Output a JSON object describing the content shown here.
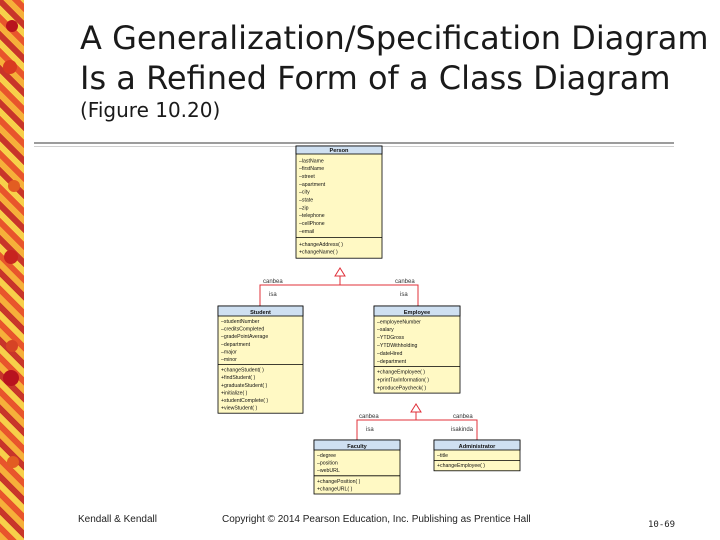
{
  "slide": {
    "title_line1": "A Generalization/Specification Diagram",
    "title_line2": "Is a Refined Form of a Class Diagram",
    "subtitle": "(Figure 10.20)"
  },
  "diagram": {
    "classes": [
      {
        "id": "person",
        "name": "Person",
        "attributes": [
          "–lastName",
          "–firstName",
          "–street",
          "–apartment",
          "–city",
          "–state",
          "–zip",
          "–telephone",
          "–cellPhone",
          "–email"
        ],
        "methods": [
          "+changeAddress( )",
          "+changeName( )"
        ]
      },
      {
        "id": "student",
        "name": "Student",
        "attributes": [
          "–studentNumber",
          "–creditsCompleted",
          "–gradePointAverage",
          "–department",
          "–major",
          "–minor"
        ],
        "methods": [
          "+changeStudent( )",
          "+findStudent( )",
          "+graduateStudent( )",
          "+initialize( )",
          "+studentComplete( )",
          "+viewStudent( )"
        ]
      },
      {
        "id": "employee",
        "name": "Employee",
        "attributes": [
          "–employeeNumber",
          "–salary",
          "–YTDGross",
          "–YTDWithholding",
          "–dateHired",
          "–department"
        ],
        "methods": [
          "+changeEmployee( )",
          "+printTaxInformation( )",
          "+producePaycheck( )"
        ]
      },
      {
        "id": "faculty",
        "name": "Faculty",
        "attributes": [
          "–degree",
          "–position",
          "–webURL"
        ],
        "methods": [
          "+changePosition( )",
          "+changeURL( )"
        ]
      },
      {
        "id": "administrator",
        "name": "Administrator",
        "attributes": [
          "–title"
        ],
        "methods": [
          "+changeEmployee( )"
        ]
      }
    ],
    "relations": [
      {
        "upper": "canbea",
        "lower": "isa"
      },
      {
        "upper": "canbea",
        "lower": "isa"
      },
      {
        "upper": "canbea",
        "lower": "isa"
      },
      {
        "upper": "canbea",
        "lower": "isakinda"
      }
    ]
  },
  "footer": {
    "left": "Kendall & Kendall",
    "center": "Copyright © 2014 Pearson Education, Inc. Publishing as Prentice Hall",
    "page": "10-69"
  },
  "colors": {
    "box_fill": "#fff9c4",
    "box_border": "#000000",
    "header_fill": "#cfe0f1",
    "edge": "#e0303a",
    "strip": "#e8552c"
  }
}
